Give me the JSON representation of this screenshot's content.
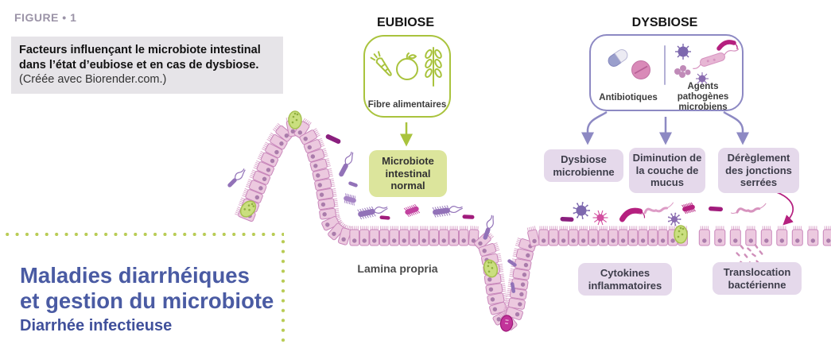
{
  "figure": {
    "label": "FIGURE • 1",
    "caption_bold": "Facteurs influençant le microbiote intestinal dans l’état d’eubiose et en cas de dysbiose.",
    "caption_normal": " (Créée avec Biorender.com.)"
  },
  "eubiose": {
    "heading": "EUBIOSE",
    "fiber_label": "Fibre alimentaires",
    "outcome": "Microbiote intestinal normal",
    "icons": [
      "carrot-icon",
      "fruit-icon",
      "wheat-icon"
    ]
  },
  "dysbiose": {
    "heading": "DYSBIOSE",
    "antibiotics_label": "Antibiotiques",
    "pathogens_label": "Agents pathogènes microbiens",
    "icons": [
      "capsule-icon",
      "tablet-icon",
      "virus-icon",
      "bacteria-icon"
    ],
    "effects": [
      {
        "label": "Dysbiose microbienne"
      },
      {
        "label": "Diminution de la couche de mucus"
      },
      {
        "label": "Dérèglement des jonctions serrées"
      }
    ],
    "consequences": [
      {
        "label": "Cytokines inflammatoires"
      },
      {
        "label": "Translocation bactérienne"
      }
    ]
  },
  "illustration": {
    "lamina_label": "Lamina propria"
  },
  "article": {
    "title_line1": "Maladies diarrhéiques",
    "title_line2": "et gestion du microbiote",
    "subtitle": "Diarrhée infectieuse"
  },
  "colors": {
    "accent_green": "#a9c33d",
    "green_box_fill": "#dce59c",
    "accent_purple": "#8d89c3",
    "purple_box_fill": "#e5d9eb",
    "caption_bg": "#e6e4e8",
    "figure_label": "#9b93a7",
    "title_blue": "#4a5ba3",
    "epithelium_pink": "#ecc9df",
    "magenta": "#b5207f"
  }
}
